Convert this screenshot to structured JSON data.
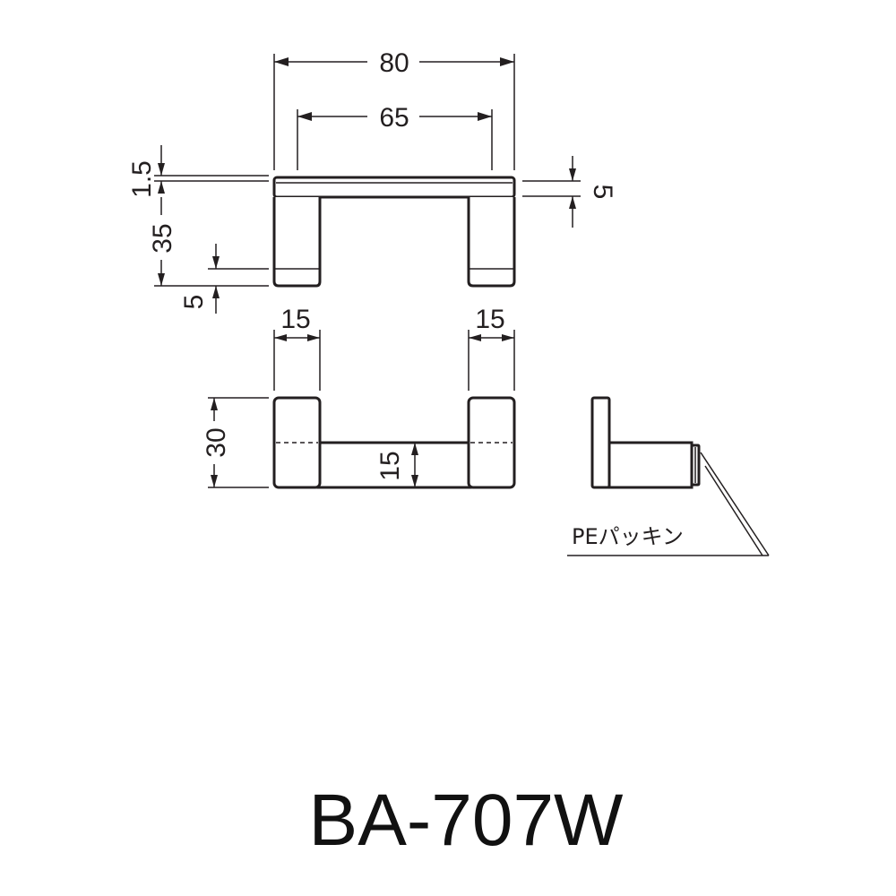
{
  "drawing": {
    "front_view": {
      "overall_width": "80",
      "inner_width": "65",
      "top_plate_thickness": "1.5",
      "height": "35",
      "foot_pad": "5",
      "right_step": "5"
    },
    "plan_view": {
      "left_leg_width": "15",
      "right_leg_width": "15",
      "depth": "30",
      "bar_depth": "15"
    },
    "side_view": {
      "gasket_label": "PEパッキン"
    },
    "model_number": "BA-707W"
  },
  "colors": {
    "line": "#231f20",
    "background": "#ffffff"
  }
}
